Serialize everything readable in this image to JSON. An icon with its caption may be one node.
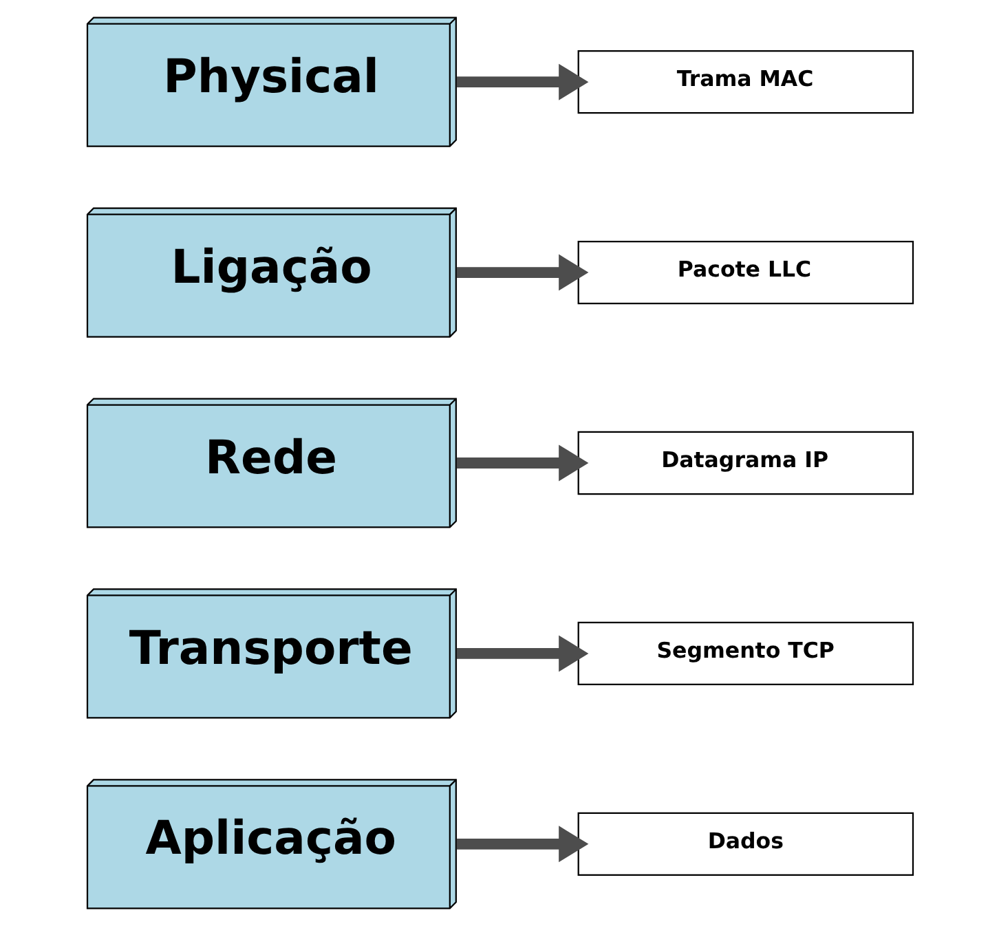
{
  "diagram": {
    "nodes": [
      {
        "text": [
          "Aplicação"
        ]
      },
      {
        "text": [
          "Dados"
        ]
      },
      {
        "text": [
          "Transporte"
        ]
      },
      {
        "text": [
          "Segmento TCP"
        ]
      },
      {
        "text": [
          "Rede"
        ]
      },
      {
        "text": [
          "Datagrama IP"
        ]
      },
      {
        "text": [
          "Ligação"
        ]
      },
      {
        "text": [
          "Pacote LLC"
        ]
      },
      {
        "text": [
          "Physical"
        ]
      },
      {
        "text": [
          "Trama MAC"
        ]
      }
    ],
    "edges": [
      {
        "from": 0,
        "to": 1,
        "arrow": "to"
      },
      {
        "from": 2,
        "to": 3,
        "arrow": "to"
      },
      {
        "from": 4,
        "to": 5,
        "arrow": "to"
      },
      {
        "from": 6,
        "to": 7,
        "arrow": "to"
      },
      {
        "from": 8,
        "to": 9,
        "arrow": "to"
      }
    ]
  }
}
